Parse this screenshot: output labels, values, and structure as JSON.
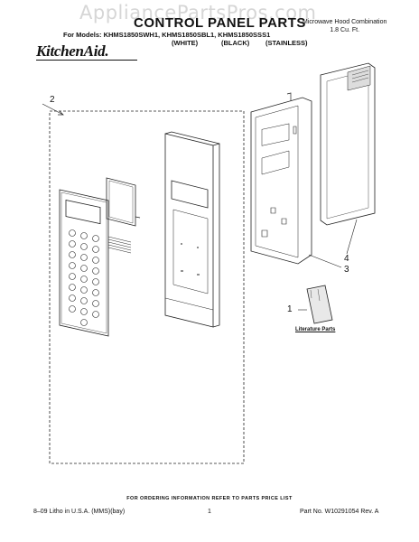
{
  "watermark": "AppliancePartsPros.com",
  "header": {
    "title": "CONTROL PANEL PARTS",
    "product_line1": "Microwave Hood Combination",
    "product_line2": "1.8 Cu. Ft.",
    "models_label": "For Models: KHMS1850SWH1, KHMS1850SBL1, KHMS1850SSS1",
    "color_white": "(WHITE)",
    "color_black": "(BLACK)",
    "color_stainless": "(STAINLESS)",
    "brand": "KitchenAid."
  },
  "callouts": {
    "c1": "1",
    "c2": "2",
    "c3": "3",
    "c4": "4"
  },
  "literature_label": "Literature Parts",
  "footer": {
    "ordering_info": "FOR ORDERING INFORMATION REFER TO PARTS PRICE LIST",
    "litho": "8–09 Litho in U.S.A. (MMS)(bay)",
    "page": "1",
    "part_no": "Part No. W10291054 Rev. A"
  }
}
